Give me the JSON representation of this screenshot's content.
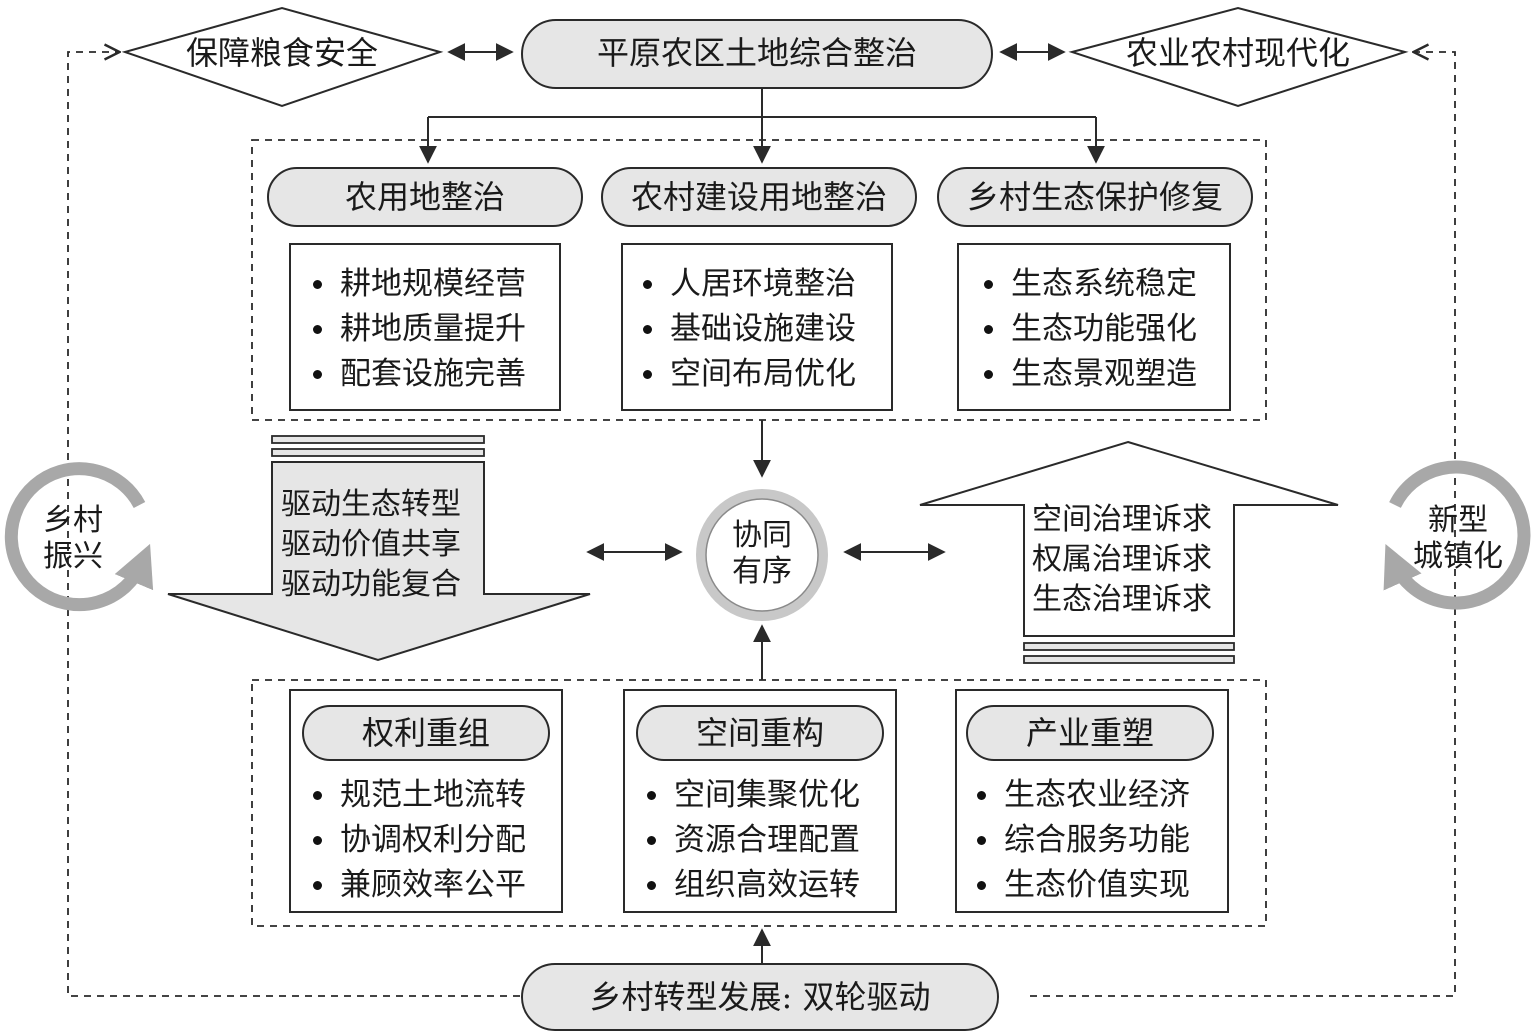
{
  "colors": {
    "fill": "#e6e6e6",
    "stroke": "#2a2a2a",
    "ring": "#a8a8a8"
  },
  "top": {
    "left_diamond": "保障粮食安全",
    "center": "平原农区土地综合整治",
    "right_diamond": "农业农村现代化"
  },
  "upper": {
    "columns": [
      {
        "header": "农用地整治",
        "items": [
          "耕地规模经营",
          "耕地质量提升",
          "配套设施完善"
        ]
      },
      {
        "header": "农村建设用地整治",
        "items": [
          "人居环境整治",
          "基础设施建设",
          "空间布局优化"
        ]
      },
      {
        "header": "乡村生态保护修复",
        "items": [
          "生态系统稳定",
          "生态功能强化",
          "生态景观塑造"
        ]
      }
    ]
  },
  "middle": {
    "down_arrow_lines": [
      "驱动生态转型",
      "驱动价值共享",
      "驱动功能复合"
    ],
    "center_circle": [
      "协同",
      "有序"
    ],
    "up_arrow_lines": [
      "空间治理诉求",
      "权属治理诉求",
      "生态治理诉求"
    ]
  },
  "lower": {
    "columns": [
      {
        "header": "权利重组",
        "items": [
          "规范土地流转",
          "协调权利分配",
          "兼顾效率公平"
        ]
      },
      {
        "header": "空间重构",
        "items": [
          "空间集聚优化",
          "资源合理配置",
          "组织高效运转"
        ]
      },
      {
        "header": "产业重塑",
        "items": [
          "生态农业经济",
          "综合服务功能",
          "生态价值实现"
        ]
      }
    ]
  },
  "bottom": {
    "center": "乡村转型发展: 双轮驱动"
  },
  "sides": {
    "left": [
      "乡村",
      "振兴"
    ],
    "right": [
      "新型",
      "城镇化"
    ]
  }
}
